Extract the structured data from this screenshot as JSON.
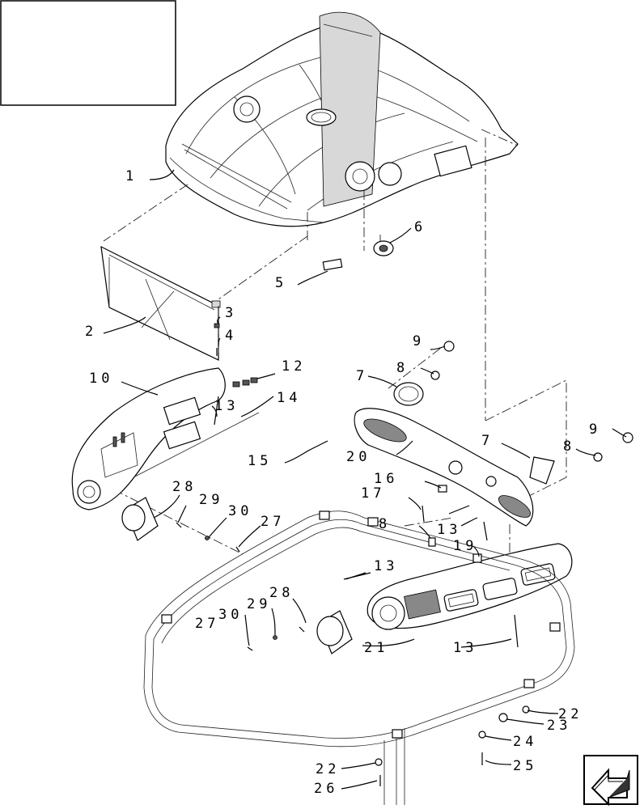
{
  "labels": {
    "l1": "1",
    "l2": "2",
    "l3": "3",
    "l4": "4",
    "l5": "5",
    "l6": "6",
    "l7a": "7",
    "l7b": "7",
    "l8a": "8",
    "l8b": "8",
    "l8c": "8",
    "l9a": "9",
    "l9b": "9",
    "l10": "10",
    "l12": "12",
    "l13a": "13",
    "l13b": "13",
    "l13c": "13",
    "l13d": "13",
    "l14": "14",
    "l15": "15",
    "l16": "16",
    "l17": "17",
    "l19": "19",
    "l20": "20",
    "l21": "21",
    "l22a": "22",
    "l22b": "22",
    "l23": "23",
    "l24": "24",
    "l25": "25",
    "l26": "26",
    "l27a": "27",
    "l27b": "27",
    "l28a": "28",
    "l28b": "28",
    "l29a": "29",
    "l29b": "29",
    "l30a": "30",
    "l30b": "30"
  },
  "icons": {
    "corner_box": "blank-title-box",
    "nav_arrow": "previous-page-arrow-icon"
  }
}
